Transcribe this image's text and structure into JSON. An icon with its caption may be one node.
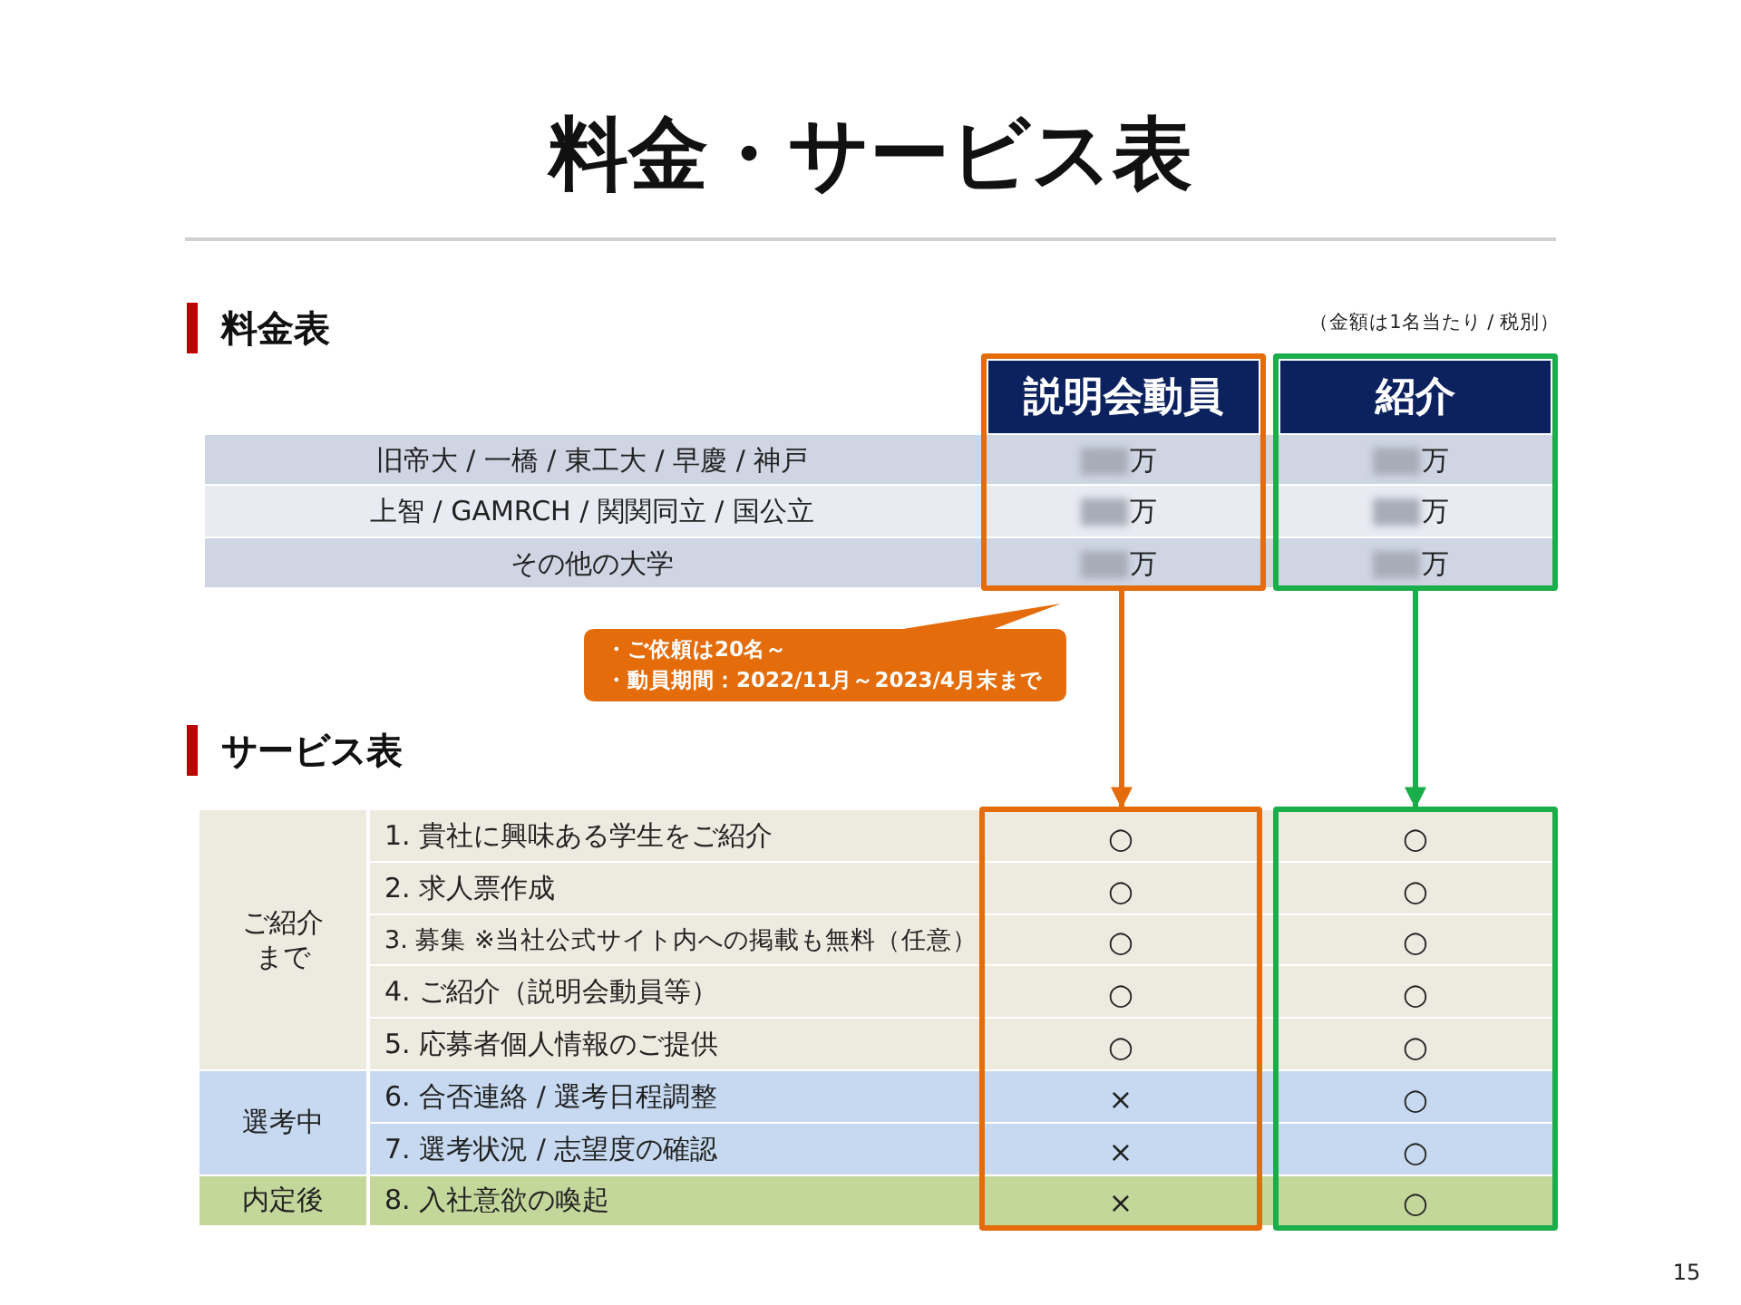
{
  "diagram": {
    "title": "料金・サービス表",
    "nodes": [
      {
        "text": [
          "説明会動員",
          "万",
          "万",
          "万"
        ]
      },
      {
        "text": [
          "紹介",
          "万",
          "万",
          "万"
        ]
      },
      {
        "text": [
          "・ご依頼は20名～",
          "・動員期間：2022/11月～2023/4月末まで"
        ]
      },
      {
        "text": [
          "○",
          "○",
          "○",
          "○",
          "○",
          "×",
          "×",
          "×"
        ]
      },
      {
        "text": [
          "○",
          "○",
          "○",
          "○",
          "○",
          "○",
          "○",
          "○"
        ]
      }
    ],
    "edges": [
      {
        "from": 0,
        "to": 3,
        "arrow": "to",
        "color": "#e46c0a"
      },
      {
        "from": 1,
        "to": 4,
        "arrow": "to",
        "color": "#1aae4b"
      }
    ],
    "labels": [
      "料金表",
      "（金額は1名当たり / 税別）",
      "旧帝大 / 一橋 / 東工大 / 早慶 / 神戸",
      "上智 / GAMRCH / 関関同立 / 国公立",
      "その他の大学",
      "サービス表",
      "ご紹介まで",
      "1. 貴社に興味ある学生をご紹介",
      "2. 求人票作成",
      "3. 募集 ※当社公式サイト内への掲載も無料（任意）",
      "4. ご紹介（説明会動員等）",
      "5. 応募者個人情報のご提供",
      "選考中",
      "6. 合否連絡 / 選考日程調整",
      "7. 選考状況 / 志望度の確認",
      "内定後",
      "8. 入社意欲の喚起",
      "15"
    ]
  }
}
